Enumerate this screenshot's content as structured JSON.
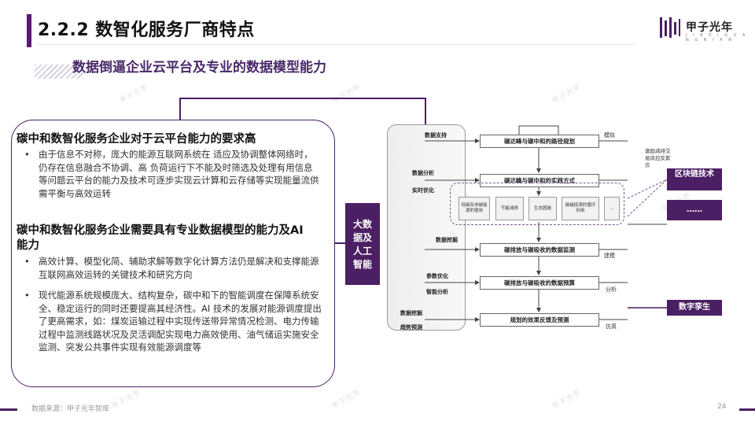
{
  "header": {
    "title": "2.2.2 数智化服务厂商特点",
    "logo_name": "甲子光年",
    "logo_sub": "J I A Z I G U A N G N I A N"
  },
  "subtitle": "数据倒逼企业云平台及专业的数据模型能力",
  "left_panel": {
    "section1": {
      "heading": "碳中和数智化服务企业对于云平台能力的要求高",
      "bullets": [
        "由于信息不对称，庞大的能源互联网系统在 适应及协调整体网络时，仍存在信息融合不协调、高 负荷运行下不能及时筛选及处理有用信息等问题云平台的能力及技术可逐步实现云计算和云存储等实现能量流供需平衡与高效运转"
      ]
    },
    "section2": {
      "heading": "碳中和数智化服务企业需要具有专业数据模型的能力及AI能力",
      "bullets": [
        "高效计算、模型化简、辅助求解等数字化计算方法仍是解决和支撑能源互联网高效运转的关键技术和研究方向",
        "现代能源系统规模庞大、结构复杂，碳中和下的智能调度在保障系统安全、稳定运行的同时还要提高其经济性。AI 技术的发展对能源调度提出了更高需求，如：煤炭运输过程中实现传送带异常情况检测、电力传输过程中监测线路状况及灵活调配实现电力高效使用、油气储运实施安全监测、突发公共事件实现有效能源调度等"
      ]
    }
  },
  "diagram": {
    "bigdata_label": "大数据及人工智能",
    "left_labels": [
      "数据支持",
      "数据分析",
      "实时优化",
      "数据挖掘",
      "参数优化",
      "智能分析",
      "数据挖掘",
      "趋势预测"
    ],
    "flow_boxes": [
      "碳达峰与碳中和的路径规划",
      "碳达峰与碳中和的实践方式",
      "碳排放与碳吸收的数据监测",
      "碳排放与碳吸收的数据预算",
      "规划的效果反馈及预测"
    ],
    "tags": [
      "低碳及非碳能源的使用",
      "节能减排",
      "生态固碳",
      "碳捕捉源的循环利用",
      "..."
    ],
    "right_labels": [
      "模拟",
      "建模",
      "分析",
      "仿真"
    ],
    "blockchain_note": "激励减排交易风控反欺诈",
    "blockchain_btn": "区块链技术",
    "dots_btn": "……",
    "digital_twin_btn": "数字孪生"
  },
  "footer": {
    "source": "数据来源：甲子光年智库",
    "page": "24"
  },
  "colors": {
    "brand": "#4b1f63",
    "subtitle": "#4a2a6a"
  }
}
